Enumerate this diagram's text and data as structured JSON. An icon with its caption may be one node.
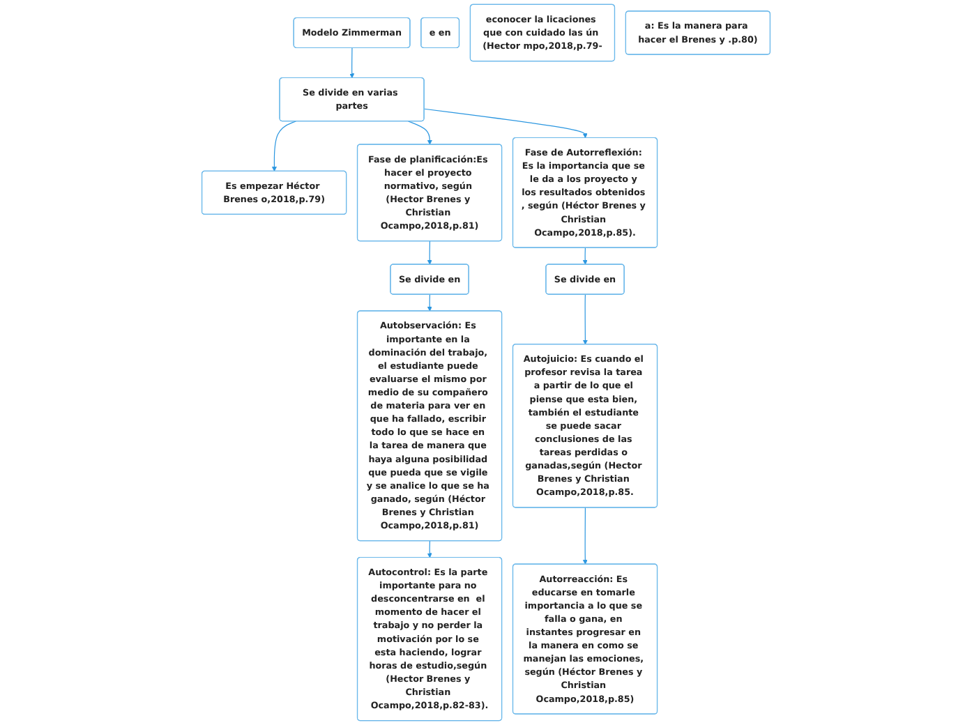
{
  "diagram": {
    "nodes": [
      {
        "text": [
          "Modelo Zimmerman"
        ]
      },
      {
        "text": [
          "Se divide en varias partes"
        ]
      },
      {
        "text": [
          "Es empezar Héctor Brenes o,2018,p.79)"
        ]
      },
      {
        "text": [
          "Fase de planificación:Es hacer el proyecto normativo, según (Hector Brenes y Christian Ocampo,2018,p.81)"
        ]
      },
      {
        "text": [
          "Fase de Autorreflexión: Es la importancia que se le da a los proyecto y los resultados obtenidos , según (Héctor Brenes y Christian Ocampo,2018,p.85)."
        ]
      },
      {
        "text": [
          "e en"
        ]
      },
      {
        "text": [
          "Se divide en"
        ]
      },
      {
        "text": [
          "Se divide en"
        ]
      },
      {
        "text": [
          "econocer la licaciones que con cuidado las ún (Hector mpo,2018,p.79-"
        ]
      },
      {
        "text": [
          "Autobservación: Es importante en la dominación del trabajo, el estudiante puede evaluarse el mismo por medio de su compañero de materia para ver en que ha fallado, escribir todo lo que se hace en la tarea de manera que haya alguna posibilidad que pueda que se vigile y se analice lo que se ha ganado, según (Héctor Brenes y Christian Ocampo,2018,p.81)"
        ]
      },
      {
        "text": [
          "Autojuicio: Es cuando el profesor revisa la tarea a partir de lo que el piense que esta bien, también el estudiante se puede sacar conclusiones de las tareas perdidas o ganadas,según (Hector Brenes y Christian Ocampo,2018,p.85."
        ]
      },
      {
        "text": [
          "a: Es la manera para hacer el Brenes y .p.80)"
        ]
      },
      {
        "text": [
          "Autocontrol: Es la parte importante para no desconcentrarse en  el momento de hacer el trabajo y no perder la motivación por lo se esta haciendo, lograr horas de estudio,según (Hector Brenes y Christian Ocampo,2018,p.82-83)."
        ]
      },
      {
        "text": [
          "Autorreacción: Es educarse en tomarle importancia a lo que se falla o gana, en instantes progresar en la manera en como se manejan las emociones, según (Héctor Brenes y Christian Ocampo,2018,p.85)"
        ]
      }
    ],
    "edges": [
      {
        "from": 0,
        "to": 1,
        "arrow": "to"
      },
      {
        "from": 1,
        "to": 2,
        "arrow": "to"
      },
      {
        "from": 1,
        "to": 3,
        "arrow": "to"
      },
      {
        "from": 1,
        "to": 4,
        "arrow": "to"
      },
      {
        "from": 3,
        "to": 6,
        "arrow": "to"
      },
      {
        "from": 4,
        "to": 7,
        "arrow": "to"
      },
      {
        "from": 6,
        "to": 9,
        "arrow": "to"
      },
      {
        "from": 7,
        "to": 10,
        "arrow": "to"
      },
      {
        "from": 9,
        "to": 12,
        "arrow": "to"
      },
      {
        "from": 10,
        "to": 13,
        "arrow": "to"
      }
    ]
  }
}
